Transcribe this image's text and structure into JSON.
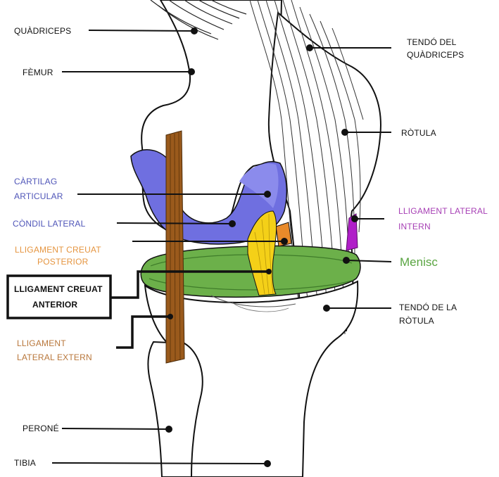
{
  "labels": {
    "quadriceps": "QUÀDRICEPS",
    "femur": "FÈMUR",
    "tendo_quadriceps_l1": "TENDÓ DEL",
    "tendo_quadriceps_l2": "QUÀDRICEPS",
    "rotula": "RÒTULA",
    "cartilag_l1": "CÀRTILAG",
    "cartilag_l2": "ARTICULAR",
    "condil_lateral": "CÒNDIL LATERAL",
    "lligament_lateral_intern_l1": "LLIGAMENT LATERAL",
    "lligament_lateral_intern_l2": "INTERN",
    "lligament_creuat_posterior_l1": "LLIGAMENT CREUAT",
    "lligament_creuat_posterior_l2": "POSTERIOR",
    "menisc": "Menisc",
    "lligament_creuat_anterior_l1": "LLIGAMENT CREUAT",
    "lligament_creuat_anterior_l2": "ANTERIOR",
    "tendo_rotula_l1": "TENDÓ DE LA",
    "tendo_rotula_l2": "RÒTULA",
    "lligament_lateral_extern_l1": "LLIGAMENT",
    "lligament_lateral_extern_l2": "LATERAL EXTERN",
    "perone": "PERONÉ",
    "tibia": "TIBIA"
  },
  "colors": {
    "cartilage_blue": "#6f6fe0",
    "cartilage_text": "#4f55b8",
    "external_ligament": "#9a5a1c",
    "acl_yellow": "#f4d018",
    "pcl_orange": "#e88a2a",
    "medial_ligament": "#b01ec8",
    "medial_text": "#a740b5",
    "menisc_green": "#6cb04a",
    "menisc_text": "#5aa542",
    "posterior_text": "#e59540",
    "external_text": "#b8773b",
    "ink": "#111111"
  }
}
